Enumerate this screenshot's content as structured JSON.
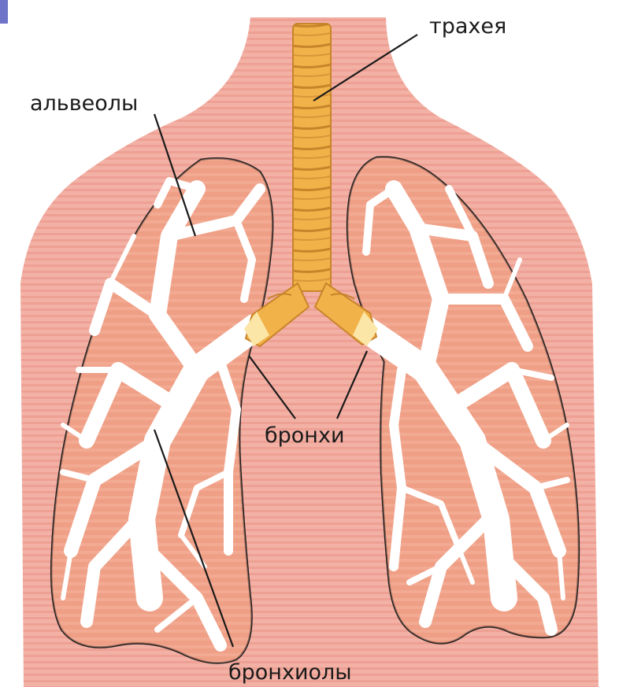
{
  "diagram": {
    "labels": {
      "trachea": "трахея",
      "alveoli": "альвеолы",
      "bronchi": "бронхи",
      "bronchioles": "бронхиолы"
    },
    "colors": {
      "body": "#f3b1a6",
      "body_stripe": "#eda093",
      "lung": "#f0a48c",
      "lung_dark": "#e2674a",
      "airway": "#ffffff",
      "trachea": "#f2b24a",
      "trachea_ring": "#c8842a",
      "bronchi_light": "#fbe6a8",
      "corner_marker": "#6e74c7",
      "outline": "#1a1a1a"
    },
    "icons": {
      "corner": "corner-marker-icon"
    }
  }
}
